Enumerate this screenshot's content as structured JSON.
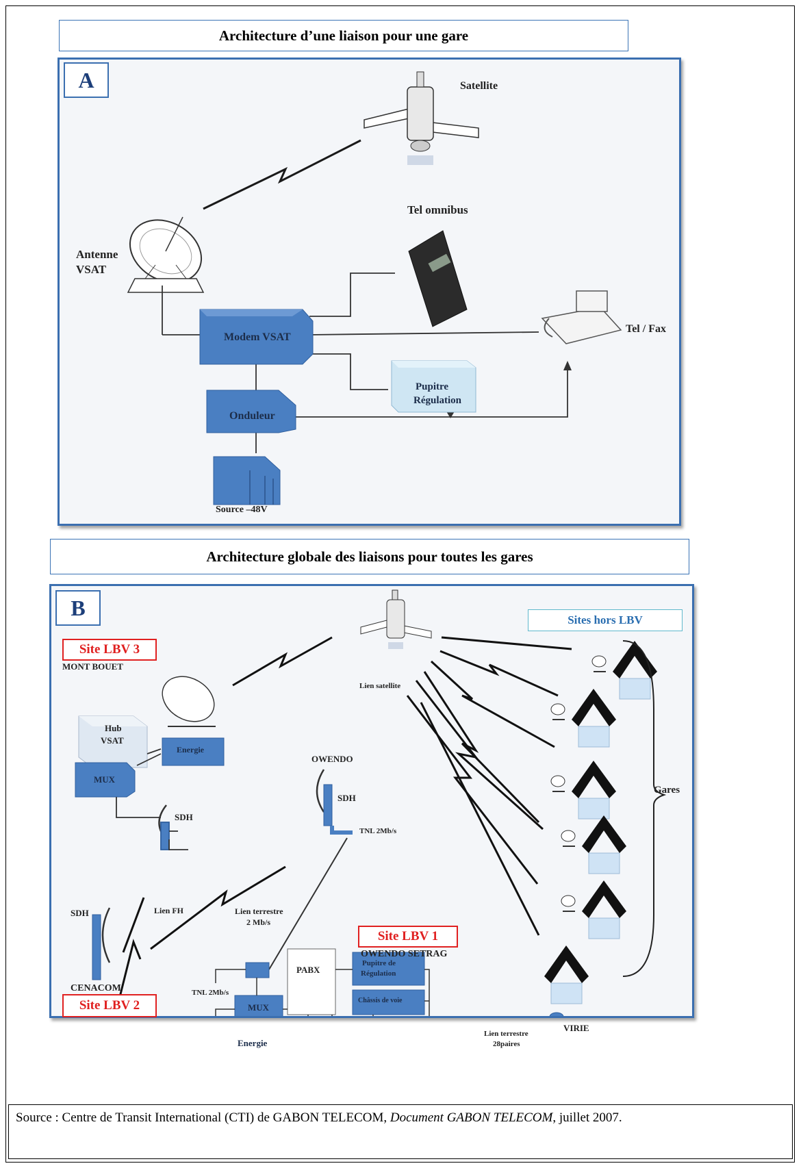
{
  "panel_a": {
    "title": "Architecture d’une liaison pour une gare",
    "letter": "A",
    "labels": {
      "satellite": "Satellite",
      "tel_omnibus": "Tel omnibus",
      "antenne": "Antenne",
      "vsat": "VSAT",
      "modem": "Modem VSAT",
      "tel_fax": "Tel / Fax",
      "pupitre_1": "Pupitre",
      "pupitre_2": "Régulation",
      "onduleur": "Onduleur",
      "source": "Source –48V"
    }
  },
  "panel_b": {
    "title": "Architecture globale des liaisons pour toutes les gares",
    "letter": "B",
    "tags": {
      "site_lbv3": "Site LBV 3",
      "site_lbv1": "Site LBV 1",
      "site_lbv2": "Site LBV 2",
      "sites_hors": "Sites hors LBV"
    },
    "labels": {
      "mont_bouet": "MONT BOUET",
      "hub": "Hub",
      "hub_vsat": "VSAT",
      "energie_top": "Energie",
      "mux_top": "MUX",
      "sdh_top": "SDH",
      "owendo": "OWENDO",
      "sdh_owendo": "SDH",
      "tnl_owendo": "TNL 2Mb/s",
      "lien_satellite": "Lien satellite",
      "lien_fh": "Lien FH",
      "lien_terrestre_1": "Lien terrestre",
      "lien_terrestre_2": "2 Mb/s",
      "sdh_cenacom": "SDH",
      "cenacom": "CENACOM",
      "owendo_setrag": "OWENDO SETRAG",
      "pabx": "PABX",
      "tnl_setrag": "TNL 2Mb/s",
      "pupitre_1": "Pupitre de",
      "pupitre_2": "Régulation",
      "chassis": "Châssis de voie",
      "mux_bottom": "MUX",
      "energie_bottom": "Energie",
      "lien_28_1": "Lien terrestre",
      "lien_28_2": "28paires",
      "virie": "VIRIE",
      "gares": "Gares"
    }
  },
  "source": {
    "prefix": "Source : Centre de Transit International (CTI) de GABON TELECOM, ",
    "italic": "Document GABON TELECOM",
    "suffix": ", juillet 2007."
  }
}
